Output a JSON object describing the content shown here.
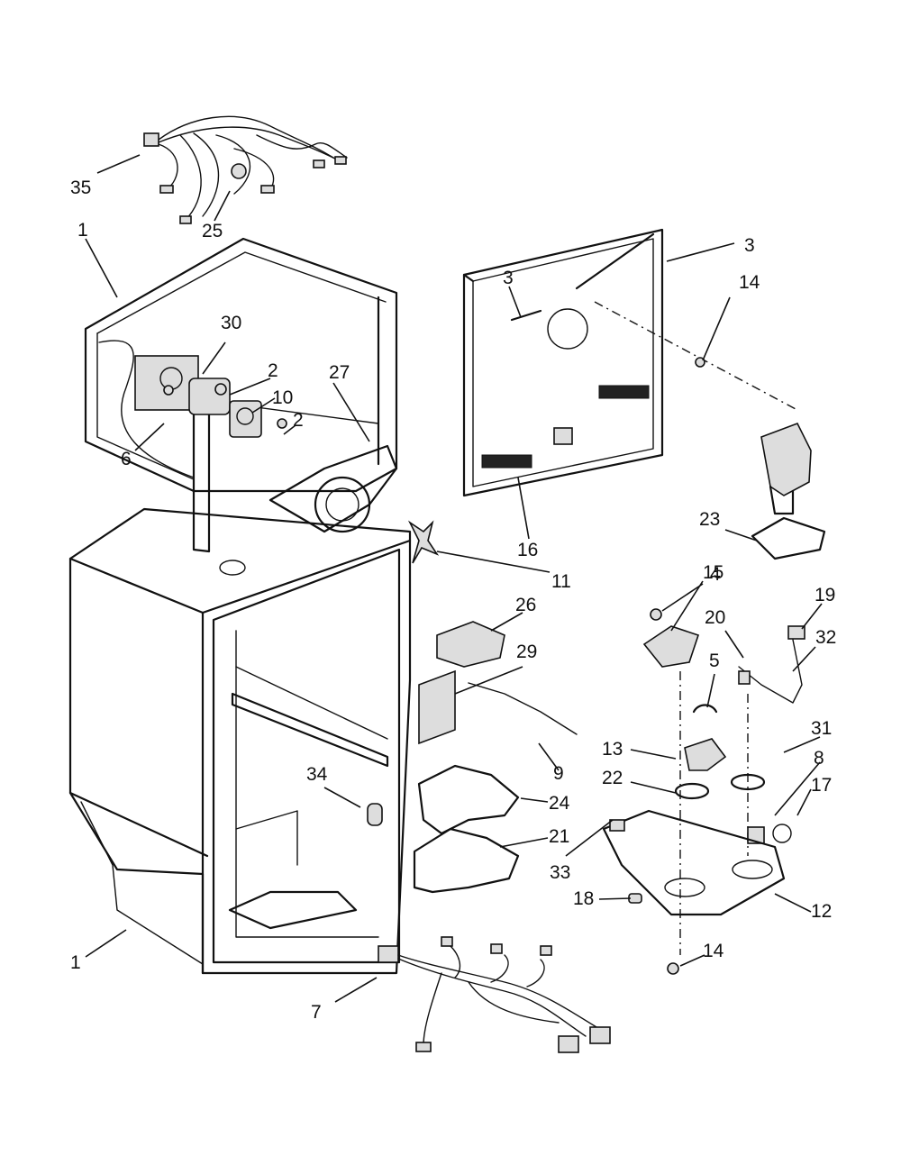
{
  "callouts": [
    {
      "id": "c35",
      "text": "35"
    },
    {
      "id": "c25",
      "text": "25"
    },
    {
      "id": "c1a",
      "text": "1"
    },
    {
      "id": "c30",
      "text": "30"
    },
    {
      "id": "c2a",
      "text": "2"
    },
    {
      "id": "c27",
      "text": "27"
    },
    {
      "id": "c10",
      "text": "10"
    },
    {
      "id": "c2b",
      "text": "2"
    },
    {
      "id": "c6",
      "text": "6"
    },
    {
      "id": "c3a",
      "text": "3"
    },
    {
      "id": "c3b",
      "text": "3"
    },
    {
      "id": "c14a",
      "text": "14"
    },
    {
      "id": "c16",
      "text": "16"
    },
    {
      "id": "c23",
      "text": "23"
    },
    {
      "id": "c11",
      "text": "11"
    },
    {
      "id": "c15",
      "text": "15"
    },
    {
      "id": "c4",
      "text": "4"
    },
    {
      "id": "c26",
      "text": "26"
    },
    {
      "id": "c19",
      "text": "19"
    },
    {
      "id": "c20",
      "text": "20"
    },
    {
      "id": "c32",
      "text": "32"
    },
    {
      "id": "c29",
      "text": "29"
    },
    {
      "id": "c5",
      "text": "5"
    },
    {
      "id": "c31",
      "text": "31"
    },
    {
      "id": "c13",
      "text": "13"
    },
    {
      "id": "c9",
      "text": "9"
    },
    {
      "id": "c8",
      "text": "8"
    },
    {
      "id": "c22",
      "text": "22"
    },
    {
      "id": "c34",
      "text": "34"
    },
    {
      "id": "c24",
      "text": "24"
    },
    {
      "id": "c17",
      "text": "17"
    },
    {
      "id": "c21",
      "text": "21"
    },
    {
      "id": "c33",
      "text": "33"
    },
    {
      "id": "c18",
      "text": "18"
    },
    {
      "id": "c12",
      "text": "12"
    },
    {
      "id": "c1b",
      "text": "1"
    },
    {
      "id": "c14b",
      "text": "14"
    },
    {
      "id": "c7",
      "text": "7"
    }
  ]
}
